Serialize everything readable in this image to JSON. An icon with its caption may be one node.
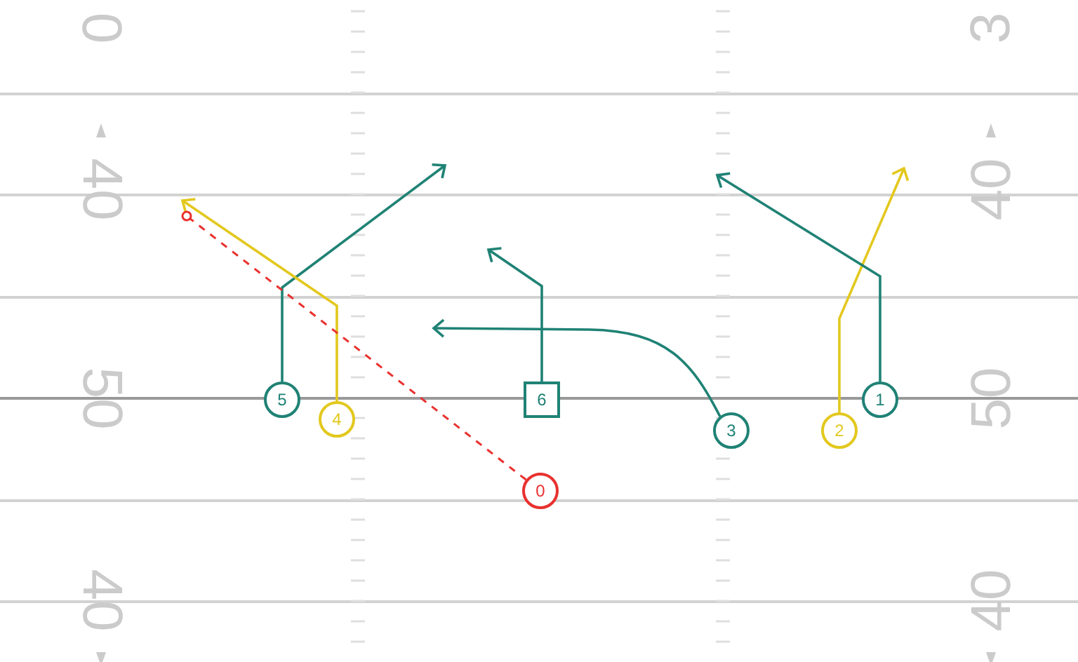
{
  "diagram": {
    "nodes": [
      {
        "text": [
          "5"
        ]
      },
      {
        "text": [
          "4"
        ]
      },
      {
        "text": [
          "6"
        ]
      },
      {
        "text": [
          "3"
        ]
      },
      {
        "text": [
          "2"
        ]
      },
      {
        "text": [
          "1"
        ]
      },
      {
        "text": [
          "0"
        ]
      }
    ],
    "edges": [
      {
        "from": 0,
        "to": null,
        "arrow": "to"
      },
      {
        "from": 1,
        "to": null,
        "arrow": "to",
        "color": "#e3c81e"
      },
      {
        "from": 2,
        "to": null,
        "arrow": "to"
      },
      {
        "from": 3,
        "to": null,
        "arrow": "to"
      },
      {
        "from": 4,
        "to": null,
        "arrow": "to",
        "color": "#e3c81e"
      },
      {
        "from": 5,
        "to": null,
        "arrow": "to"
      },
      {
        "from": 6,
        "to": null,
        "arrow": "other",
        "style": "dashed",
        "color": "#e8312f"
      }
    ],
    "labels": [
      "0",
      "3",
      "40",
      "40",
      "50",
      "50",
      "40",
      "40"
    ]
  }
}
